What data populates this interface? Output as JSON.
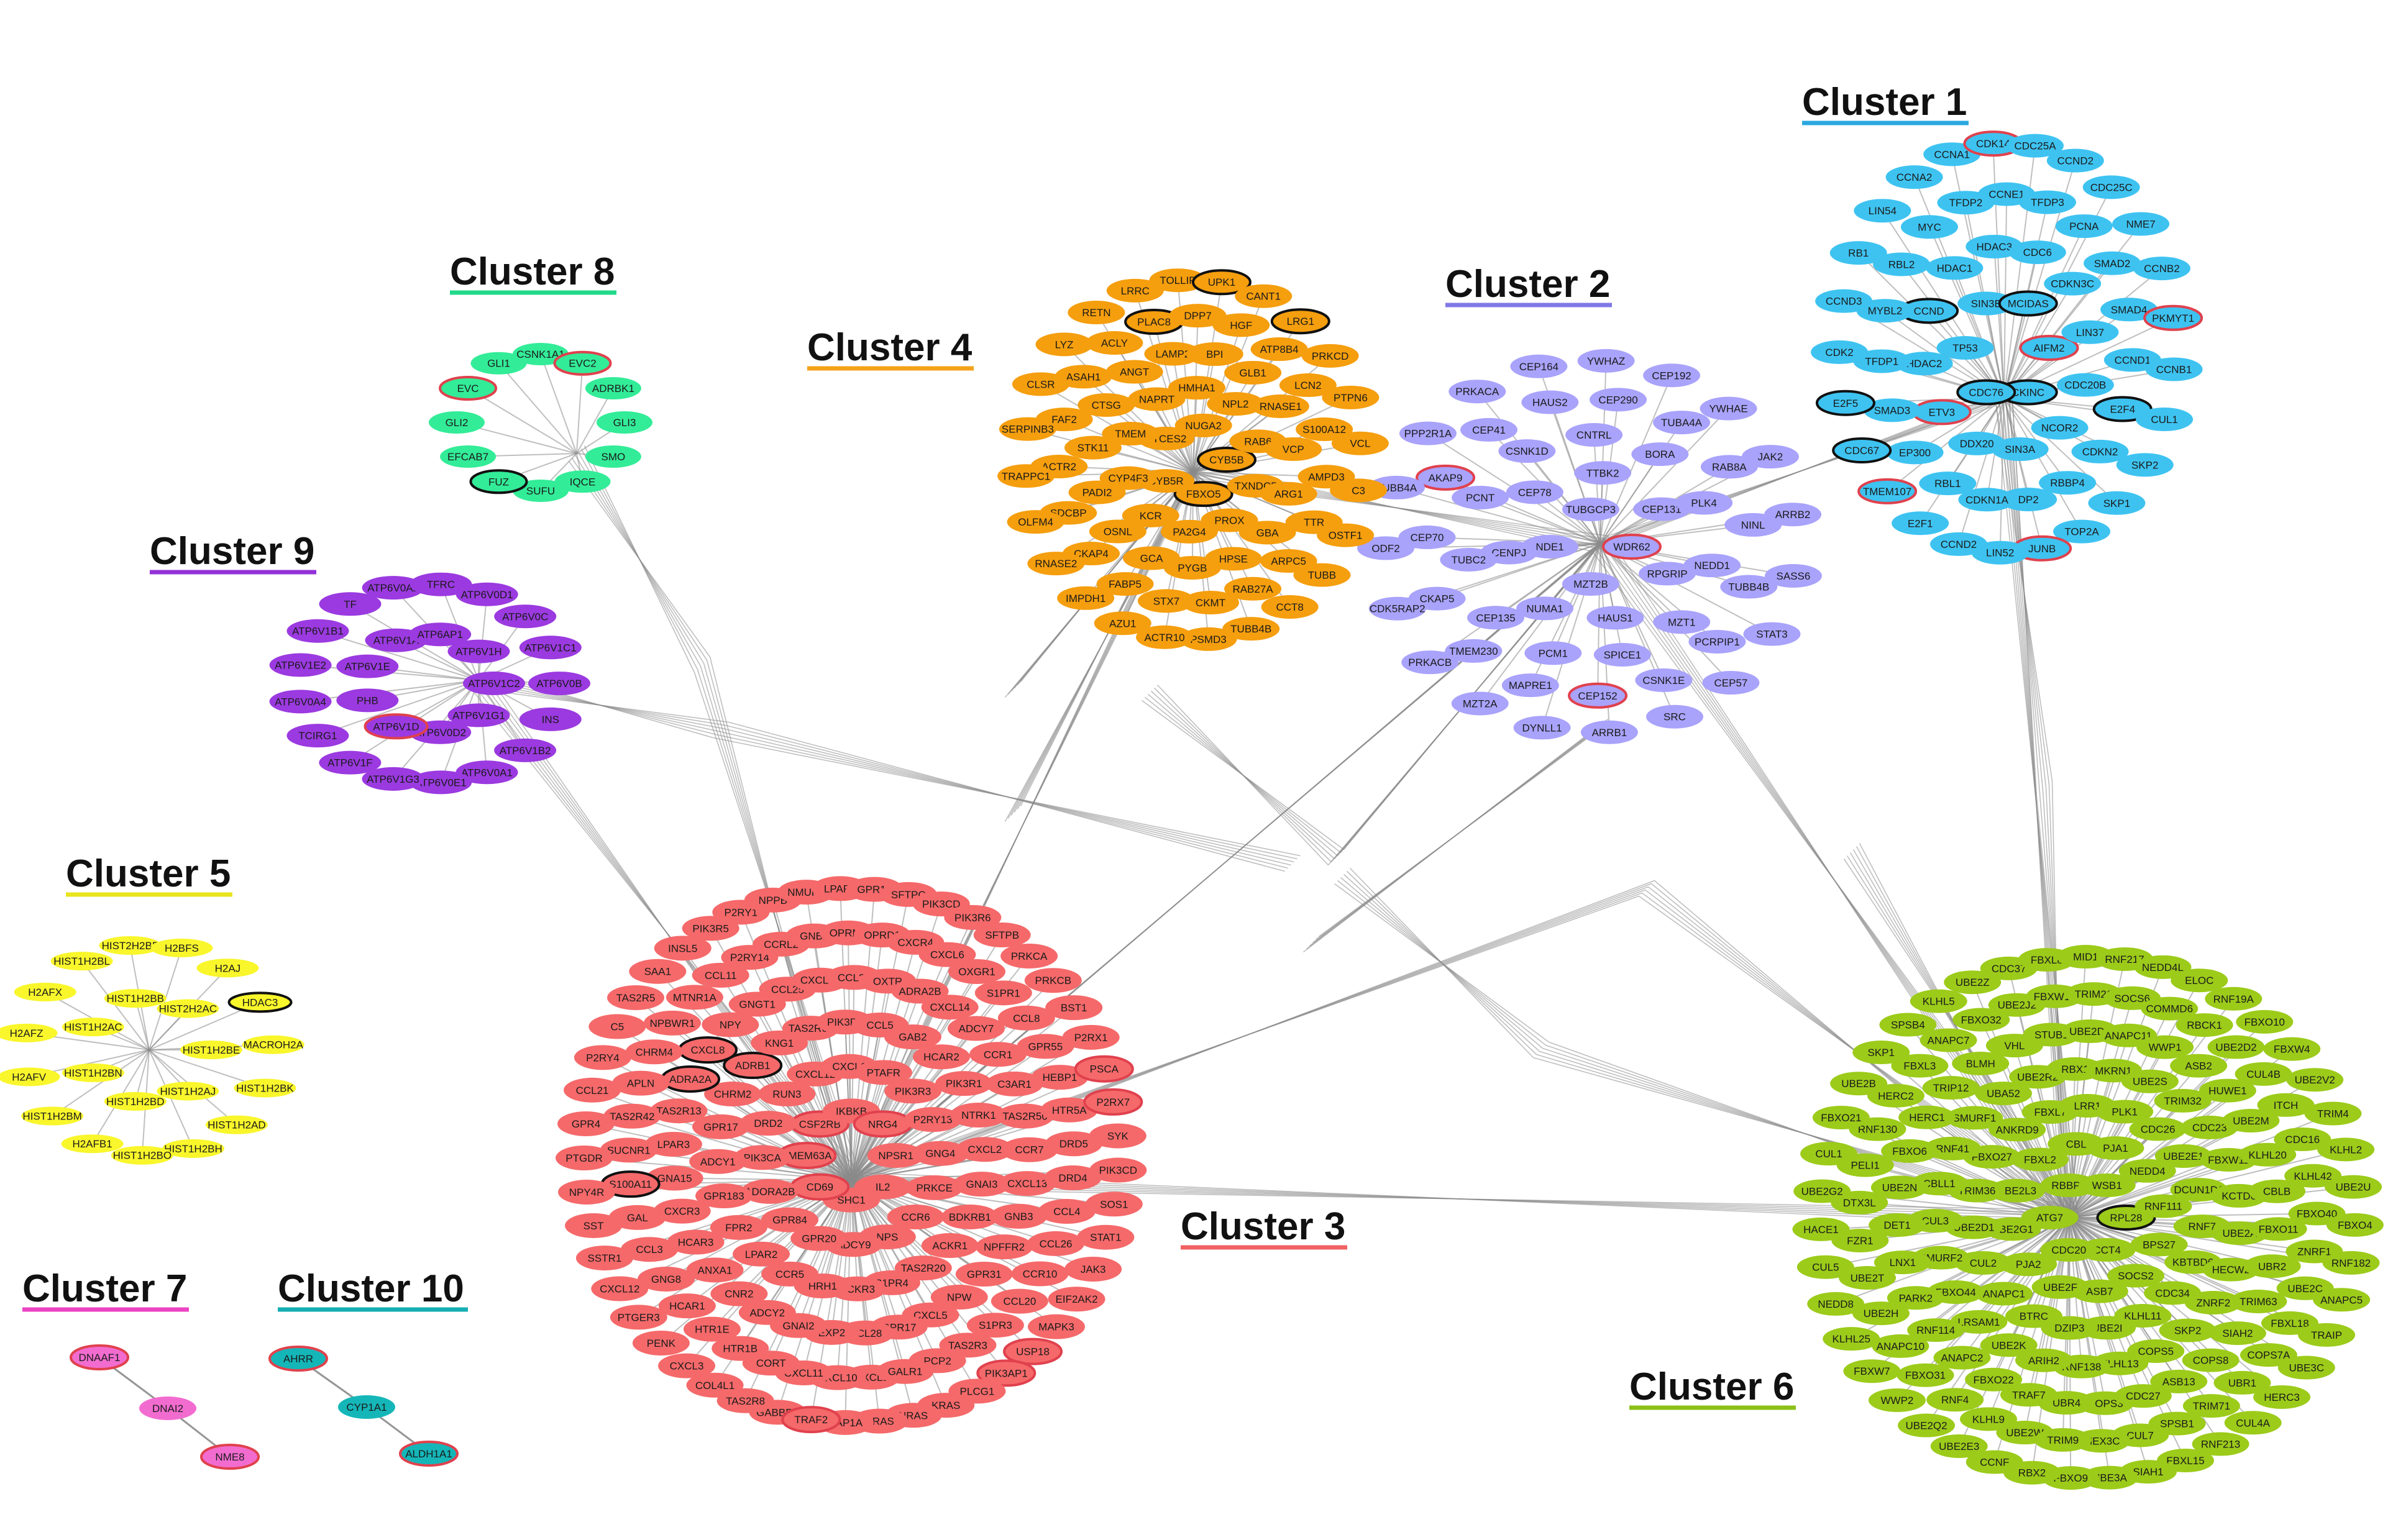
{
  "colors": {
    "c1": "#3ec3f1",
    "c2": "#a9a3fb",
    "c3": "#f5696a",
    "c4": "#f59e0e",
    "c5": "#f9f62c",
    "c6": "#9ccb1a",
    "c7": "#f26cd0",
    "c8": "#33ec98",
    "c9": "#9b3ae0",
    "c10": "#15b6b8",
    "edge": "#8a8a8a",
    "highlight_red": "#e0414d",
    "highlight_black": "#111111"
  },
  "clusters": [
    {
      "id": "c1",
      "title": "Cluster 1",
      "color": "#2aa7e0"
    },
    {
      "id": "c2",
      "title": "Cluster 2",
      "color": "#7f78e6"
    },
    {
      "id": "c3",
      "title": "Cluster 3",
      "color": "#f26163"
    },
    {
      "id": "c4",
      "title": "Cluster 4",
      "color": "#f3a21b"
    },
    {
      "id": "c5",
      "title": "Cluster 5",
      "color": "#e8e41d"
    },
    {
      "id": "c6",
      "title": "Cluster 6",
      "color": "#8dc017"
    },
    {
      "id": "c7",
      "title": "Cluster 7",
      "color": "#ec42c4"
    },
    {
      "id": "c8",
      "title": "Cluster 8",
      "color": "#22d98a"
    },
    {
      "id": "c9",
      "title": "Cluster 9",
      "color": "#9331d8"
    },
    {
      "id": "c10",
      "title": "Cluster 10",
      "color": "#14aeb0"
    }
  ],
  "genes": {
    "c1": [
      "AIFM2",
      "CKINC",
      "CDC76",
      "TP53",
      "SIN3B",
      "MCIDAS",
      "CDC20B",
      "NCOR2",
      "SIN3A",
      "DDX20",
      "ETV3",
      "HDAC2",
      "CCND",
      "HDAC1",
      "HDAC3",
      "CDC6",
      "CDKN3C",
      "LIN37",
      "CDKN2",
      "RBBP4",
      "DP2",
      "CDKN1A",
      "RBL1",
      "EP300",
      "SMAD3",
      "TFDP1",
      "MYBL2",
      "RBL2",
      "MYC",
      "TFDP2",
      "CCNE1",
      "TFDP3",
      "PCNA",
      "SMAD2",
      "SMAD4",
      "CCND1",
      "E2F4",
      "TOP2A",
      "JUNB",
      "LIN52",
      "CCND2",
      "E2F1",
      "TMEM107",
      "CDC67",
      "E2F5",
      "CDK2",
      "CCND3",
      "RB1",
      "LIN54",
      "CCNA2",
      "CCNA1",
      "CDK14",
      "CDC25A",
      "CCND2",
      "CDC25C",
      "NME7",
      "CCNB2",
      "PKMYT1",
      "CCNB1",
      "CUL1",
      "SKP2",
      "SKP1"
    ],
    "c2": [
      "WDR62",
      "MZT2B",
      "NDE1",
      "TUBGCP3",
      "RPGRIP",
      "HAUS1",
      "NUMA1",
      "CENPJ",
      "CEP78",
      "TTBK2",
      "CEP131",
      "MZT1",
      "SPICE1",
      "PCM1",
      "CEP135",
      "TUBC2",
      "PCNT",
      "CSNK1D",
      "CNTRL",
      "BORA",
      "PLK4",
      "NEDD1",
      "CSNK1E",
      "CEP152",
      "MAPRE1",
      "TMEM230",
      "CKAP5",
      "CEP70",
      "AKAP9",
      "CEP41",
      "HAUS2",
      "CEP290",
      "TUBA4A",
      "RAB8A",
      "NINL",
      "TUBB4B",
      "PCRPIP1",
      "ARRB1",
      "DYNLL1",
      "MZT2A",
      "PRKACB",
      "CDK5RAP2",
      "ODF2",
      "TUBB4A",
      "PPP2R1A",
      "PRKACA",
      "CEP164",
      "YWHAZ",
      "CEP192",
      "YWHAE",
      "JAK2",
      "ARRB2",
      "SASS6",
      "STAT3",
      "CEP57",
      "SRC"
    ],
    "c3": [
      "NPSR1",
      "IL2",
      "SHC1",
      "CD69",
      "TMEM63A",
      "CSF2RB",
      "IKBKB",
      "NRG4",
      "PRKCE",
      "CCR6",
      "NPS",
      "ADCY9",
      "GPR20",
      "GPR84",
      "ADORA2B",
      "PIK3CA",
      "DRD2",
      "RUN3",
      "CXCL12",
      "CXCL1",
      "PTAFR",
      "PIK3R3",
      "P2RY13",
      "GNG4",
      "ACKR1",
      "TAS2R20",
      "S1PR4",
      "ACKR3",
      "HRH1",
      "CCR5",
      "LPAR2",
      "FPR2",
      "GPR183",
      "ADCY1",
      "GPR17",
      "CHRM2",
      "ADRB1",
      "KNG1",
      "TAS2R60",
      "PIK3R2",
      "CCL5",
      "GAB2",
      "HCAR2",
      "PIK3R1",
      "NTRK1",
      "CXCL2",
      "GNAI3",
      "BDKRB1",
      "CXCL5",
      "GPR17",
      "CCL28",
      "EXP2",
      "GNAI2",
      "ADCY2",
      "CNR2",
      "ANXA1",
      "HCAR3",
      "CXCR3",
      "GNA15",
      "LPAR3",
      "TAS2R13",
      "ADRA2A",
      "CXCL8",
      "NPY",
      "GNGT1",
      "CCL25",
      "CXCL16",
      "CCL23",
      "OXTR",
      "ADRA2B",
      "CXCL14",
      "ADCY7",
      "CCR1",
      "C3AR1",
      "TAS2R50",
      "CCR7",
      "CXCL13",
      "GNB3",
      "NPFFR2",
      "GPR31",
      "NPW",
      "CXCL9",
      "CXCL10",
      "CXCL11",
      "CORT",
      "HTR1B",
      "HTR1E",
      "HCAR1",
      "GNG8",
      "CCL3",
      "GAL",
      "S100A11",
      "SUCNR1",
      "TAS2R42",
      "APLN",
      "CHRM4",
      "NPBWR1",
      "MTNR1A",
      "CCL11",
      "P2RY14",
      "CCRL2",
      "GNB1",
      "OPRM1",
      "OPRD1",
      "CXCR4",
      "CXCL6",
      "OXGR1",
      "S1PR1",
      "CCL8",
      "GPR55",
      "HEBP1",
      "HTR5A",
      "DRD5",
      "DRD4",
      "CCL4",
      "CCL26",
      "CCR10",
      "CCL20",
      "S1PR3",
      "TAS2R3",
      "PCP2",
      "GALR1",
      "GABBR1",
      "TAS2R8",
      "COL4L1",
      "CXCL3",
      "PENK",
      "PTGER3",
      "CXCL12",
      "SSTR1",
      "SST",
      "NPY4R",
      "PTGDR",
      "GPR4",
      "CCL21",
      "P2RY4",
      "C5",
      "TAS2R5",
      "SAA1",
      "INSL5",
      "PIK3R5",
      "P2RY1",
      "NPPB",
      "NMUR1",
      "LPAR1",
      "GPR18",
      "SFTPC",
      "PIK3CD",
      "PIK3R6",
      "SFTPB",
      "PRKCA",
      "PRKCB",
      "BST1",
      "P2RX1",
      "PSCA",
      "P2RX7",
      "SYK",
      "PIK3CD",
      "SOS1",
      "STAT1",
      "JAK3",
      "EIF2AK2",
      "MAPK3",
      "USP18",
      "PIK3AP1",
      "PLCG1",
      "KRAS",
      "NRAS",
      "HRAS",
      "RAP1A",
      "TRAF2"
    ],
    "c4": [
      "CYB5B",
      "FBXO5",
      "CYB5R",
      "PTCES2",
      "NUGA2",
      "TXNDC5",
      "PROX",
      "PA2G4",
      "KCR",
      "CYP4F3",
      "TMEM",
      "NAPRT",
      "HMHA1",
      "NPL2",
      "RAB6",
      "GBA",
      "HPSE",
      "PYGB",
      "GCA",
      "OSNL",
      "PADI2",
      "STK11",
      "CTSG",
      "ANGT",
      "LAMP2",
      "BPI",
      "GLB1",
      "RNASE1",
      "VCP",
      "ARG1",
      "RAB27A",
      "CKMT",
      "STX7",
      "FABP5",
      "CKAP4",
      "SDCBP",
      "ACTR2",
      "FAF2",
      "ASAH1",
      "ACLY",
      "PLAC8",
      "DPP7",
      "HGF",
      "ATP8B4",
      "LCN2",
      "S100A12",
      "AMPD3",
      "TTR",
      "ARPC5",
      "PSMD3",
      "ACTR10",
      "AZU1",
      "IMPDH1",
      "RNASE2",
      "OLFM4",
      "TRAPPC1",
      "SERPINB3",
      "CLSR",
      "LYZ",
      "RETN",
      "LRRC",
      "TOLLIP",
      "UPK1",
      "CANT1",
      "LRG1",
      "PRKCD",
      "PTPN6",
      "VCL",
      "C3",
      "OSTF1",
      "TUBB",
      "CCT8",
      "TUBB4B"
    ],
    "c5": [
      "HIST1H2BE",
      "HIST1H2AJ",
      "HIST1H2BD",
      "HIST1H2BN",
      "HIST1H2AC",
      "HIST1H2BB",
      "HIST2H2AC",
      "HIST1H2BK",
      "HIST1H2AD",
      "HIST1H2BH",
      "HIST1H2BO",
      "H2AFB1",
      "HIST1H2BM",
      "H2AFV",
      "H2AFZ",
      "H2AFX",
      "HIST1H2BL",
      "HIST2H2BF",
      "H2BFS",
      "H2AJ",
      "HDAC3",
      "MACROH2A"
    ],
    "c6": [
      "RPL28",
      "CCT4",
      "CDC20",
      "ATG7",
      "RBBP6",
      "WSB1",
      "BPS27",
      "SOCS2",
      "ASB7",
      "UBE2F",
      "PJA2",
      "UBE2G1",
      "UBE2L3",
      "FBXL2",
      "CBL",
      "PJA1",
      "NEDD4",
      "RNF111",
      "CDC34",
      "KLHL11",
      "UBE2I",
      "DZIP3",
      "BTRC",
      "ANAPC1",
      "CUL2",
      "UBE2D1",
      "TRIM36",
      "FBXO27",
      "ANKRD9",
      "FBXL7",
      "LRR1",
      "PLK1",
      "CDC26",
      "UBE2E1",
      "DCUN1D1",
      "RNF7",
      "KBTBD6",
      "COPS5",
      "KLHL13",
      "RNF138",
      "ARIH2",
      "UBE2K",
      "LRSAM1",
      "FBXO44",
      "SMURF2",
      "CUL3",
      "CBLL1",
      "RNF41",
      "SMURF1",
      "UBA52",
      "UBE2R2",
      "RBX1",
      "MKRN1",
      "UBE2S",
      "TRIM32",
      "CDC23",
      "FBXW11",
      "KCTD6",
      "UBE2A",
      "HECW2",
      "ZNRF2",
      "SKP2",
      "COPS3",
      "UBR4",
      "TRAF7",
      "FBXO22",
      "ANAPC2",
      "RNF114",
      "PARK2",
      "LNX1",
      "DET1",
      "UBE2N",
      "FBXO6",
      "HERC1",
      "TRIP12",
      "BLMH",
      "VHL",
      "STUB1",
      "UBE2D4",
      "ANAPC11",
      "WWP1",
      "ASB2",
      "HUWE1",
      "UBE2M",
      "KLHL20",
      "CBLB",
      "FBXO11",
      "UBR2",
      "TRIM63",
      "SIAH2",
      "COPS8",
      "ASB13",
      "CDC27",
      "UBE2W",
      "KLHL9",
      "RNF4",
      "FBXO31",
      "ANAPC10",
      "UBE2H",
      "UBE2T",
      "FZR1",
      "DTX3L",
      "PELI1",
      "RNF130",
      "HERC2",
      "FBXL3",
      "ANAPC7",
      "FBXO32",
      "UBE2J2",
      "FBXW12",
      "TRIM21",
      "SOCS6",
      "COMMD6",
      "RBCK1",
      "UBE2D2",
      "CUL4B",
      "ITCH",
      "CDC16",
      "KLHL42",
      "FBXO40",
      "ZNRF1",
      "UBE2C",
      "FBXL18",
      "COPS7A",
      "UBR1",
      "TRIM71",
      "SPSB1",
      "CUL7",
      "MEX3C",
      "TRIM9",
      "UBE2Q2",
      "WWP2",
      "FBXW7",
      "KLHL25",
      "NEDD8",
      "CUL5",
      "HACE1",
      "UBE2G2",
      "CUL1",
      "FBXO21",
      "UBE2B",
      "SKP1",
      "SPSB4",
      "KLHL5",
      "UBE2Z",
      "CDC37",
      "FBXL8",
      "MID1",
      "RNF217",
      "NEDD4L",
      "ELOC",
      "RNF19A",
      "FBXO10",
      "FBXW4",
      "UBE2V2",
      "TRIM4",
      "KLHL2",
      "UBE2U",
      "FBXO4",
      "RNF182",
      "ANAPC5",
      "TRAIP",
      "UBE3C",
      "HERC3",
      "CUL4A",
      "RNF213",
      "FBXL15",
      "SIAH1",
      "UBE3A",
      "FBXO9",
      "RBX2",
      "CCNF",
      "UBE2E3"
    ],
    "c7": [
      "DNAAF1",
      "DNAI2",
      "NME8"
    ],
    "c8": [
      "GLI3",
      "SMO",
      "IQCE",
      "SUFU",
      "FUZ",
      "EFCAB7",
      "GLI2",
      "EVC",
      "GLI1",
      "CSNK1A1",
      "EVC2",
      "ADRBK1"
    ],
    "c9": [
      "ATP6V1C2",
      "ATP6V1G1",
      "ATP6V0D2",
      "ATP6V1D",
      "PHB",
      "ATP6V1E",
      "ATP6V1A",
      "ATP6AP1",
      "ATP6V1H",
      "INS",
      "ATP6V1B2",
      "ATP6V0A1",
      "ATP6V0E1",
      "ATP6V1G3",
      "ATP6V1F",
      "TCIRG1",
      "ATP6V0A4",
      "ATP6V1E2",
      "ATP6V1B1",
      "TF",
      "ATP6V0A2",
      "TFRC",
      "ATP6V0D1",
      "ATP6V0C",
      "ATP6V1C1",
      "ATP6V0B"
    ],
    "c10": [
      "AHRR",
      "CYP1A1",
      "ALDH1A1"
    ]
  }
}
